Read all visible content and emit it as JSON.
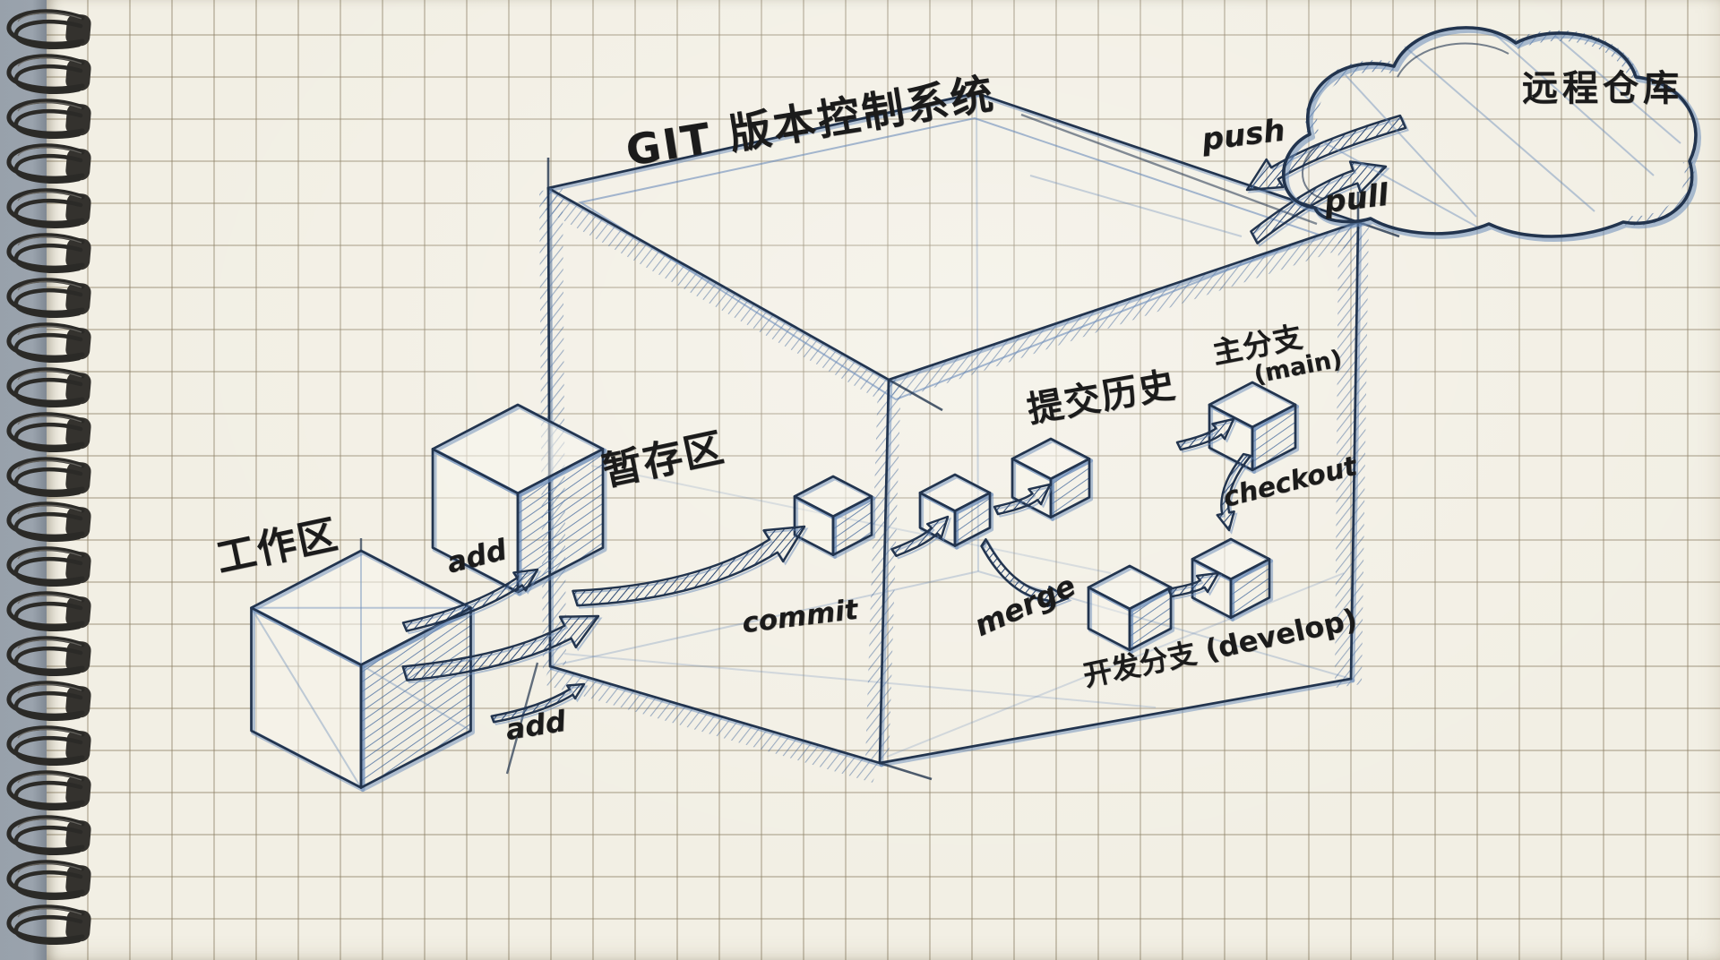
{
  "palette": {
    "paper": "#f2efe4",
    "grid_line": "#8b7e64",
    "margin_strip": "#9aa3ad",
    "ink_navy": "#22344e",
    "pencil_blue": "#6a8cba",
    "text_ink": "#1b1b1b",
    "coil_wire": "#2b2a27"
  },
  "notebook": {
    "style": "spiral-bound grid paper",
    "coil_count": 21
  },
  "diagram": {
    "title": "GIT 版本控制系统",
    "remote_repo": "远程仓库",
    "working_area": "工作区",
    "staging_area": "暂存区",
    "commit_history": "提交历史",
    "main_branch": "主分支",
    "main_branch_en": "(main)",
    "develop_branch": "开发分支 (develop)",
    "arrows": {
      "add1": "add",
      "add2": "add",
      "commit": "commit",
      "push": "push",
      "pull": "pull",
      "merge": "merge",
      "checkout": "checkout"
    },
    "icons": [
      "cloud-icon",
      "cube-icon",
      "arrow-icon",
      "spiral-binding-icon"
    ]
  }
}
